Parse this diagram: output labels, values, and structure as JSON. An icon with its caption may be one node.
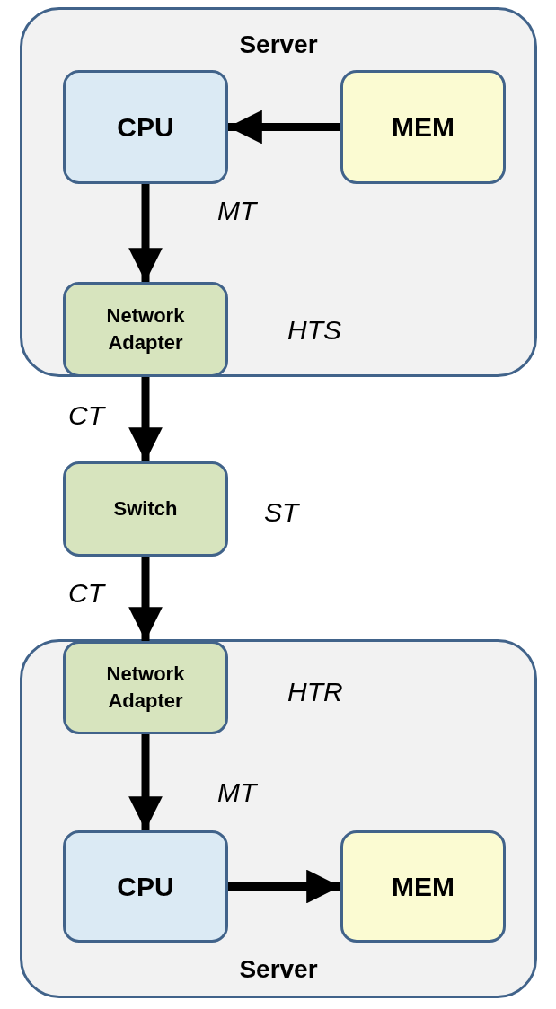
{
  "diagram": {
    "nodes": [
      {
        "text": [
          "Server"
        ]
      },
      {
        "text": [
          "CPU"
        ],
        "in": 0
      },
      {
        "text": [
          "MEM"
        ],
        "in": 0
      },
      {
        "text": [
          "Network Adapter"
        ],
        "in": 0,
        "beside": [
          "HTS"
        ]
      },
      {
        "text": [
          "Switch"
        ],
        "beside": [
          "ST"
        ]
      },
      {
        "text": [
          "Server"
        ]
      },
      {
        "text": [
          "Network Adapter"
        ],
        "in": 5,
        "beside": [
          "HTR"
        ]
      },
      {
        "text": [
          "CPU"
        ],
        "in": 5
      },
      {
        "text": [
          "MEM"
        ],
        "in": 5
      }
    ],
    "edges": [
      {
        "from": 2,
        "to": 1,
        "arrow": "to"
      },
      {
        "from": 1,
        "to": 3,
        "arrow": "to",
        "label": "MT"
      },
      {
        "from": 3,
        "to": 4,
        "arrow": "to",
        "label": "CT"
      },
      {
        "from": 4,
        "to": 6,
        "arrow": "to",
        "label": "CT"
      },
      {
        "from": 6,
        "to": 7,
        "arrow": "to",
        "label": "MT"
      },
      {
        "from": 7,
        "to": 8,
        "arrow": "to"
      }
    ]
  }
}
